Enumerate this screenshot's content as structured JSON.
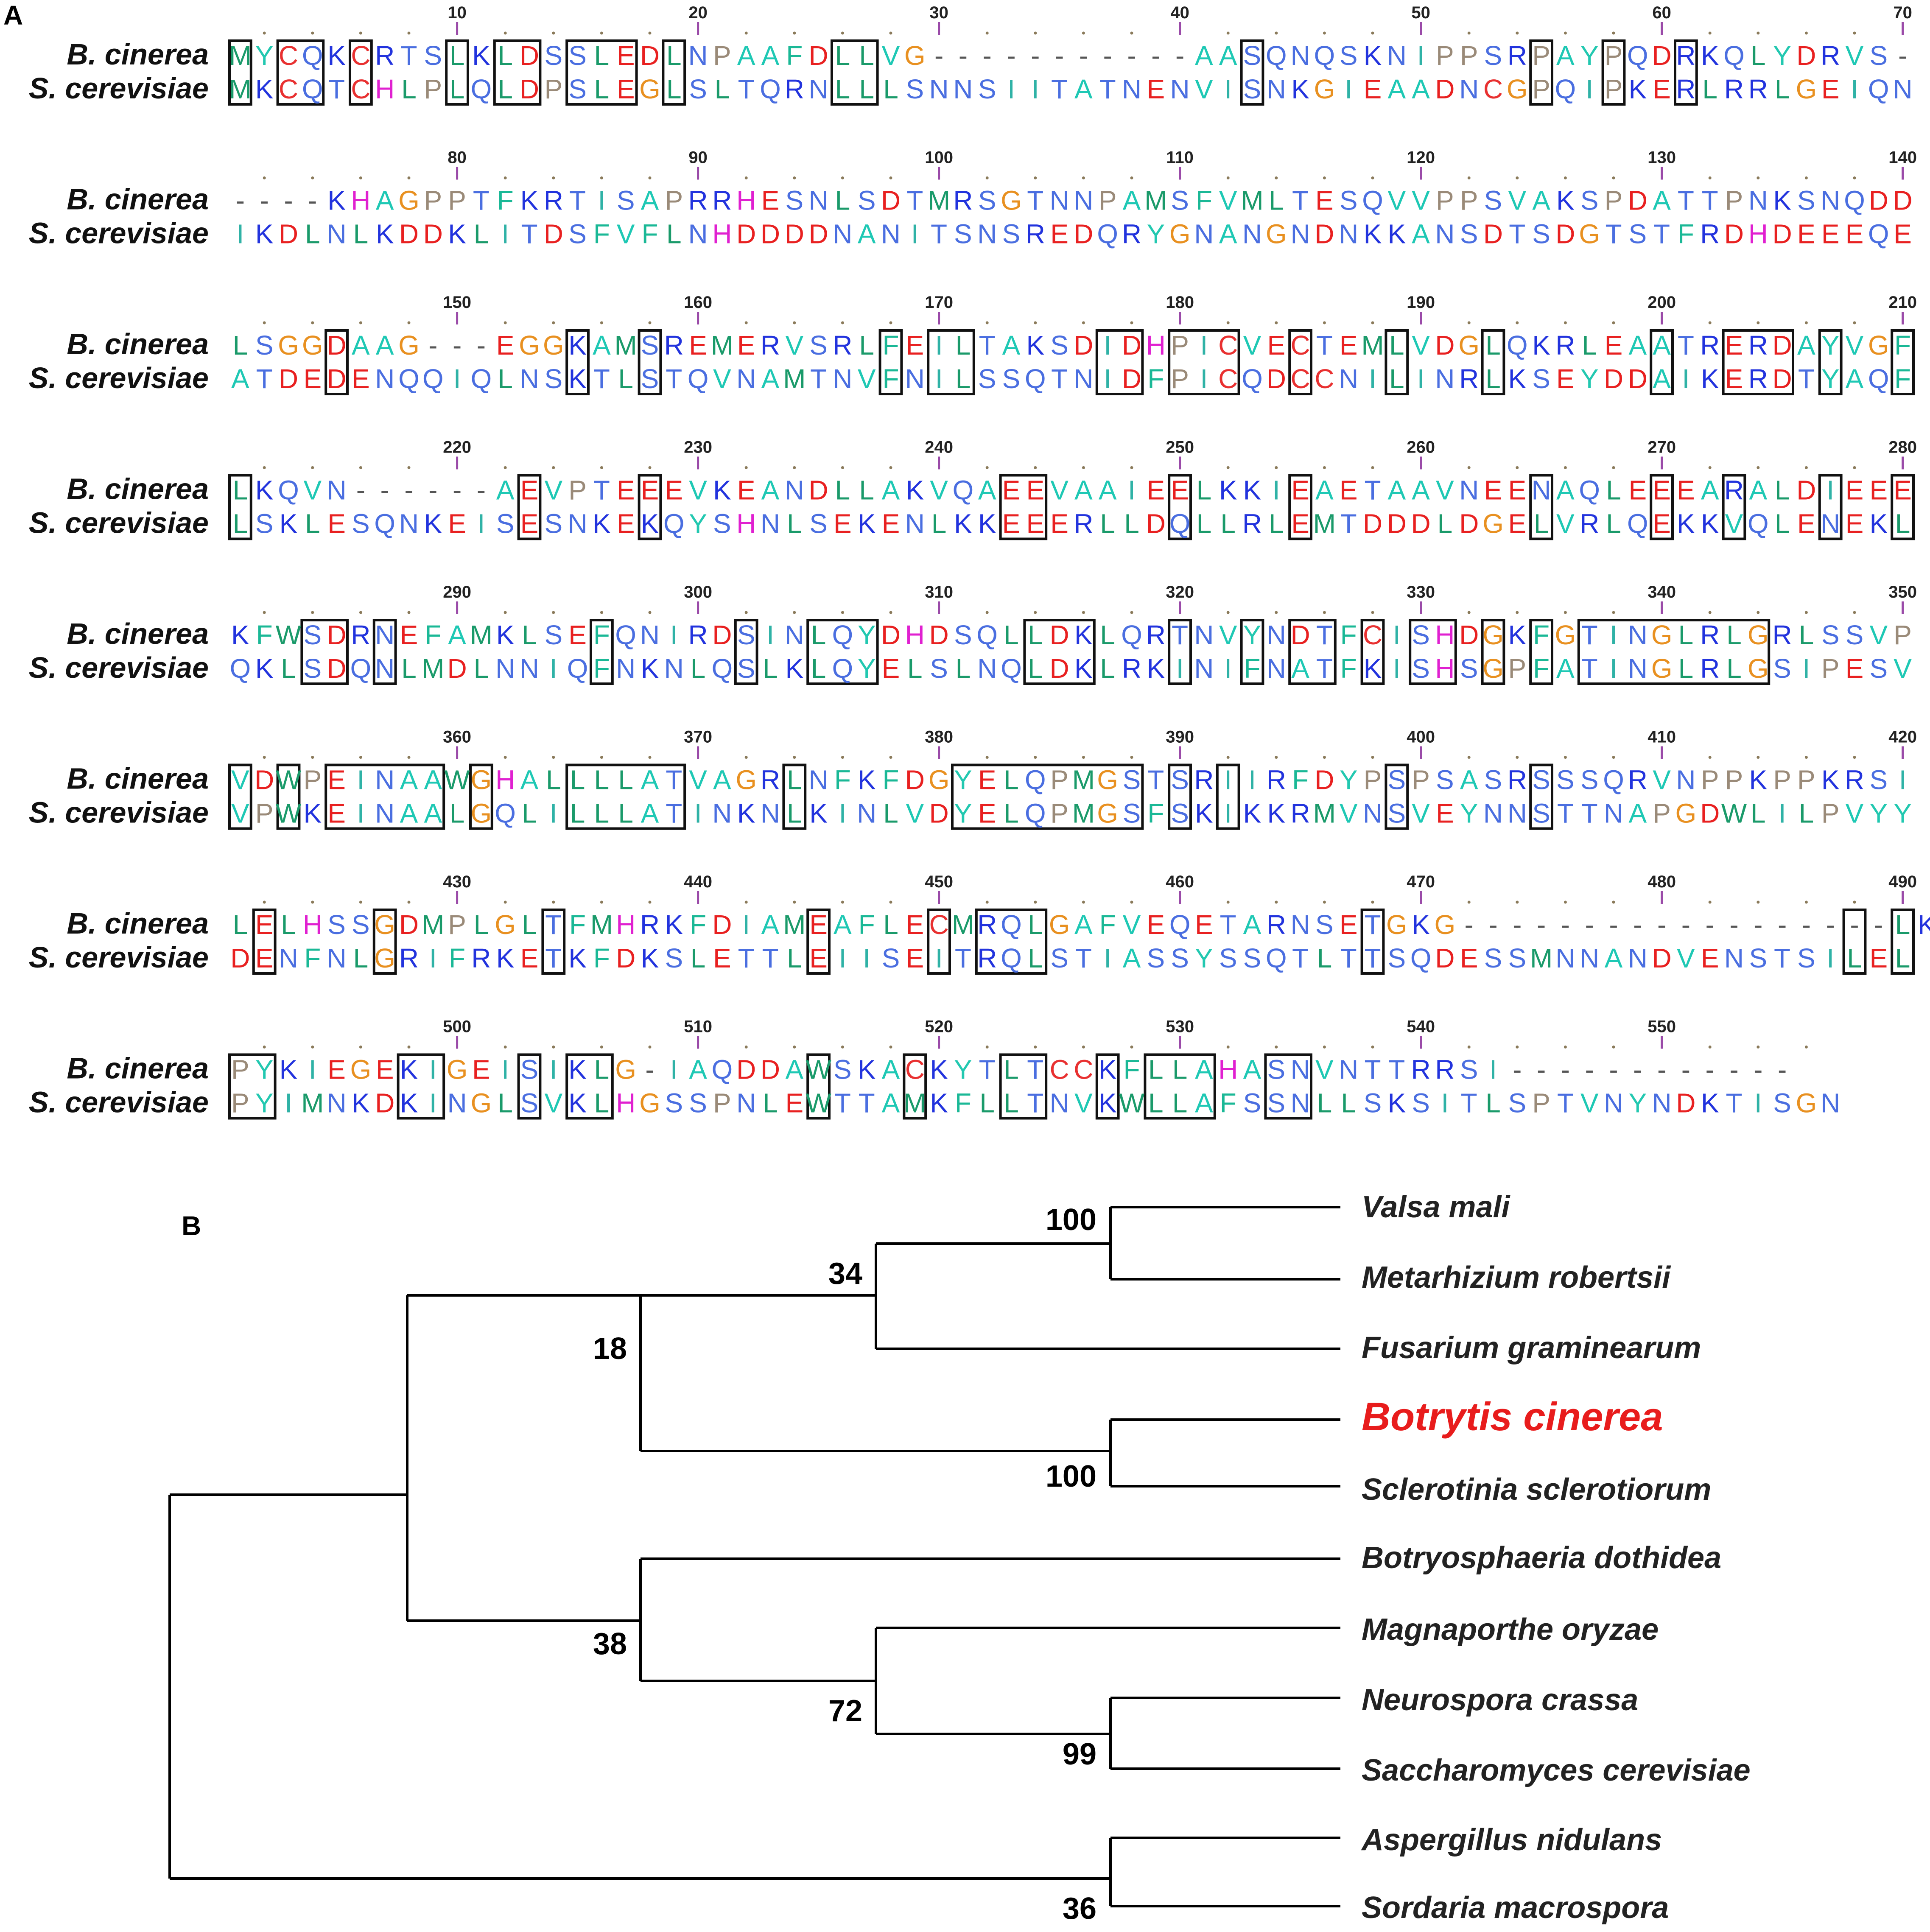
{
  "panel_a": {
    "label": "A",
    "species_top": "B. cinerea",
    "species_bottom": "S. cerevisiae",
    "rows": [
      {
        "start": 1,
        "top": "MYCQKCRTSLKLDSSLEDLNPAAFDLLVG-----------AASQNQSKNIPPSRPAYPQDRKQLYDRVS-",
        "bottom": "MKCQTCHLPLQLDPSLEGLSLTQRNLLLSNNSIITATNENVISNKGIEAADNCGPQIPKERLRRLGEIQN",
        "boxes": [
          [
            0,
            0
          ],
          [
            2,
            3
          ],
          [
            5,
            5
          ],
          [
            9,
            9
          ],
          [
            11,
            12
          ],
          [
            14,
            16
          ],
          [
            18,
            18
          ],
          [
            25,
            26
          ],
          [
            42,
            42
          ],
          [
            54,
            54
          ],
          [
            57,
            57
          ],
          [
            60,
            60
          ]
        ]
      },
      {
        "start": 71,
        "top": "----KHAGPPTFKRTISAPRRHESNLSDTMRSGTNNPAMSFVMLTESQVVPPSVAKSPDATTPNKSNQDD",
        "bottom": "IKDLNLKDDKLITDSFVFLNHDDDDNANITSNSREDQRYGNANGNDNKKANSDTSDGTSTFRDHDEEEQE",
        "boxes": []
      },
      {
        "start": 141,
        "top": "LSGGDAAG---EGGKAMSREMERVSRLFEILTAKSDIDHPICVECTEMLVDGLQKRLEAATRERDAYVGF",
        "bottom": "ATDEDENQQIQLNSKTLSTQVNAMTNVFNILSSQTNIDFPICQDCCNILINRLKSEYDDAIKERDTYAQF",
        "boxes": [
          [
            4,
            4
          ],
          [
            14,
            14
          ],
          [
            17,
            17
          ],
          [
            27,
            27
          ],
          [
            29,
            30
          ],
          [
            36,
            37
          ],
          [
            39,
            41
          ],
          [
            44,
            44
          ],
          [
            48,
            48
          ],
          [
            52,
            52
          ],
          [
            59,
            59
          ],
          [
            62,
            64
          ],
          [
            66,
            66
          ],
          [
            69,
            69
          ]
        ]
      },
      {
        "start": 211,
        "top": "LKQVN------AEVPTEEEVKEANDLLAKVQAEEVAAIEELKKIEAETAAVNEENAQLEEEARALDIEEE",
        "bottom": "LSKLESQNKEISESNKEKQYSHNLSEKENLKKEEERLLDQLLRLEMTDDDLDGELVRLQEKKVQLENEKL",
        "boxes": [
          [
            0,
            0
          ],
          [
            12,
            12
          ],
          [
            17,
            17
          ],
          [
            32,
            33
          ],
          [
            39,
            39
          ],
          [
            44,
            44
          ],
          [
            54,
            54
          ],
          [
            59,
            59
          ],
          [
            62,
            62
          ],
          [
            66,
            66
          ],
          [
            69,
            69
          ]
        ]
      },
      {
        "start": 281,
        "top": "KFWSDRNEFAMKLSEFQNIRDSINLQYDHDSQLLDKLQRTNVYNDTFCISHDGKFGTINGLRLGRLSSVP",
        "bottom": "QKLSDQNLMDLNNIQFNKNLQSLKLQYELSLNQLDKLRKINIFNATFKISHSGPFATINGLRLGSIPESV",
        "boxes": [
          [
            3,
            4
          ],
          [
            6,
            6
          ],
          [
            15,
            15
          ],
          [
            21,
            21
          ],
          [
            24,
            26
          ],
          [
            33,
            35
          ],
          [
            39,
            39
          ],
          [
            42,
            42
          ],
          [
            44,
            45
          ],
          [
            47,
            47
          ],
          [
            49,
            50
          ],
          [
            52,
            52
          ],
          [
            54,
            54
          ],
          [
            56,
            63
          ]
        ]
      },
      {
        "start": 351,
        "top": "VDWPEINAAWGHALLLLATVAGRLNFKFDGYELQPMGSTSRIIRFDYPSPSASRSSSQRVNPPKPPKRSI",
        "bottom": "VPWKEINAALGQLILLLATINKNLKINLVDYELQPMGSFSKIKKRMVNSVEYNNSTTNAPGDWLILPVYY",
        "boxes": [
          [
            0,
            0
          ],
          [
            2,
            2
          ],
          [
            4,
            8
          ],
          [
            10,
            10
          ],
          [
            14,
            18
          ],
          [
            23,
            23
          ],
          [
            30,
            37
          ],
          [
            39,
            39
          ],
          [
            41,
            41
          ],
          [
            48,
            48
          ],
          [
            54,
            54
          ]
        ]
      },
      {
        "start": 421,
        "top": "LELHSSGDMPLGLTFMHRKFDIAMEAFLECMRQLGAFVEQETARNSETGKG------------------LKL",
        "bottom": "DENFNLGRIFRKETKFDKSLETTLEIISEITRQLSTIASSYSSQTLTTSQDESSMNNANDVENSTSILEL",
        "boxes": [
          [
            1,
            1
          ],
          [
            6,
            6
          ],
          [
            13,
            13
          ],
          [
            24,
            24
          ],
          [
            29,
            29
          ],
          [
            31,
            33
          ],
          [
            47,
            47
          ],
          [
            67,
            67
          ],
          [
            69,
            69
          ]
        ]
      },
      {
        "start": 491,
        "top": "PYKIEGEKIGEISIKLG-IAQDDAWSKACKYTLTCCKFLLAHASNVNTTRRSI------------",
        "bottom": "PYIMNKDKINGLSVKLHGSSPNLEWTTAMKFLLTNVKWLLAFSSNLLSKSITLSPTVNYNDKTISGN",
        "boxes": [
          [
            0,
            1
          ],
          [
            7,
            8
          ],
          [
            12,
            12
          ],
          [
            14,
            15
          ],
          [
            24,
            24
          ],
          [
            28,
            28
          ],
          [
            32,
            33
          ],
          [
            36,
            36
          ],
          [
            38,
            40
          ],
          [
            43,
            44
          ]
        ]
      }
    ],
    "residue_colors": {
      "A": "#1ec8b4",
      "V": "#1ec8b4",
      "I": "#2fb2a6",
      "L": "#1a9a6a",
      "M": "#1a9a6a",
      "F": "#1ab896",
      "W": "#1a9a6a",
      "Y": "#22c8b0",
      "K": "#2233dd",
      "R": "#2233dd",
      "H": "#e020d0",
      "D": "#e82020",
      "E": "#e82020",
      "S": "#4a6ee0",
      "T": "#4a6ee0",
      "N": "#4a6ee0",
      "Q": "#4a6ee0",
      "G": "#e89020",
      "P": "#9a8a78",
      "C": "#e83030",
      "-": "#555555"
    }
  },
  "panel_b": {
    "label": "B",
    "taxa": [
      {
        "name": "Valsa mali",
        "highlight": false
      },
      {
        "name": "Metarhizium robertsii",
        "highlight": false
      },
      {
        "name": "Fusarium graminearum",
        "highlight": false
      },
      {
        "name": "Botrytis cinerea",
        "highlight": true
      },
      {
        "name": "Sclerotinia sclerotiorum",
        "highlight": false
      },
      {
        "name": "Botryosphaeria dothidea",
        "highlight": false
      },
      {
        "name": "Magnaporthe oryzae",
        "highlight": false
      },
      {
        "name": "Neurospora crassa",
        "highlight": false
      },
      {
        "name": "Saccharomyces cerevisiae",
        "highlight": false
      },
      {
        "name": "Aspergillus nidulans",
        "highlight": false
      },
      {
        "name": "Sordaria macrospora",
        "highlight": false
      }
    ],
    "bootstrap": {
      "vm_mr": "100",
      "vm_fg": "34",
      "top_clade": "18",
      "bc_ss": "100",
      "bd_clade": "38",
      "mo_clade": "72",
      "nc_sc": "99",
      "an_sm": "36"
    },
    "highlight_color": "#e81c1c"
  }
}
